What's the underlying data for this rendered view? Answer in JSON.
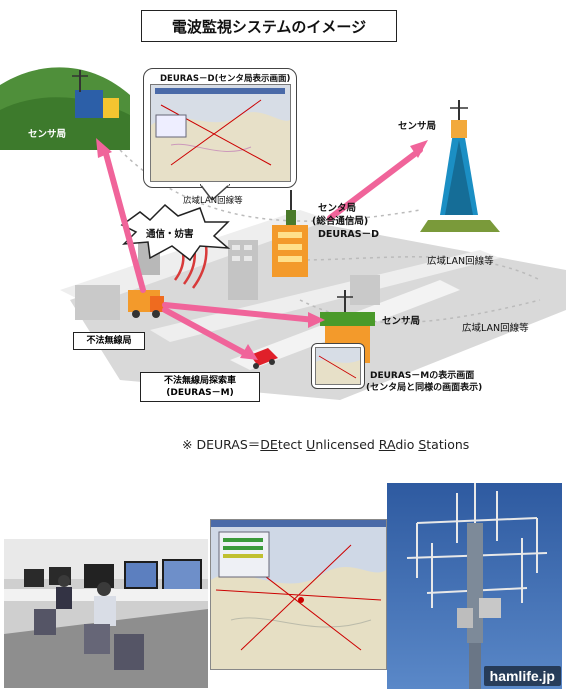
{
  "title": "電波監視システムのイメージ",
  "labels": {
    "sensor_station_left": "センサ局",
    "sensor_station_right": "センサ局",
    "sensor_station_center": "センサ局",
    "deuras_d_screen": "DEURAS－D(センタ局表示画面)",
    "wan_top": "広域LAN回線等",
    "wan_right": "広域LAN回線等",
    "wan_bottom_right": "広域LAN回線等",
    "center_line1": "センタ局",
    "center_line2": "(総合通信局)",
    "center_line3": "DEURAS－D",
    "interference": "通信・妨害",
    "illegal_station": "不法無線局",
    "search_car_line1": "不法無線局探索車",
    "search_car_line2": "(DEURAS－M)",
    "deuras_m_line1": "DEURAS－Mの表示画面",
    "deuras_m_line2": "(センタ局と同様の画面表示)"
  },
  "note": {
    "prefix": "※ DEURAS＝",
    "p1u": "DE",
    "p1": "tect ",
    "p2u": "U",
    "p2": "nlicensed ",
    "p3u": "RA",
    "p3": "dio ",
    "p4u": "S",
    "p4": "tations"
  },
  "watermark": "hamlife.jp",
  "colors": {
    "arrow": "#f0649a",
    "ground": "#d6d6d6",
    "road": "#ececec",
    "tower": "#1b8fc4",
    "hill": "#4f8f3a",
    "sky": "#3a67a8"
  }
}
